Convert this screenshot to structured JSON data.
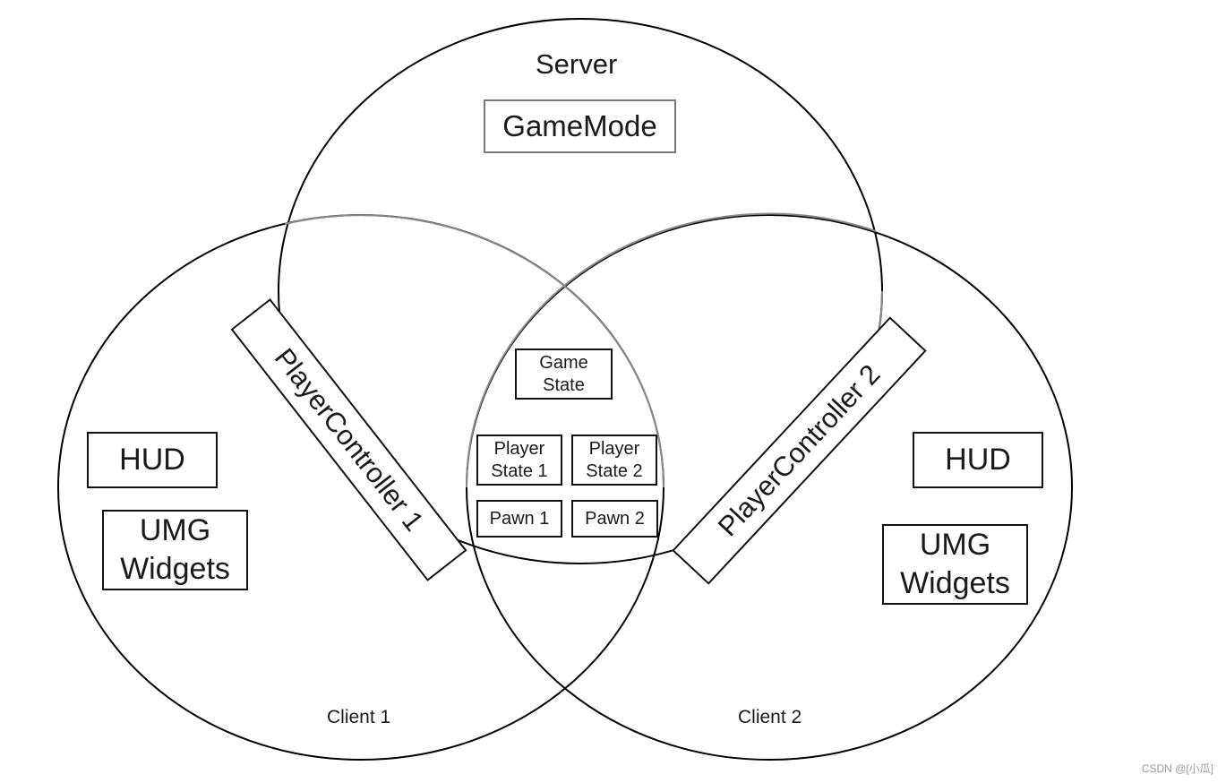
{
  "server": {
    "title": "Server",
    "game_mode": "GameMode"
  },
  "shared": {
    "game_state": "Game\nState",
    "player_state_1": "Player\nState 1",
    "player_state_2": "Player\nState 2",
    "pawn_1": "Pawn 1",
    "pawn_2": "Pawn 2"
  },
  "client1": {
    "title": "Client 1",
    "controller": "PlayerController 1",
    "hud": "HUD",
    "umg": "UMG\nWidgets"
  },
  "client2": {
    "title": "Client 2",
    "controller": "PlayerController 2",
    "hud": "HUD",
    "umg": "UMG\nWidgets"
  },
  "watermark": "CSDN @[小瓜]"
}
